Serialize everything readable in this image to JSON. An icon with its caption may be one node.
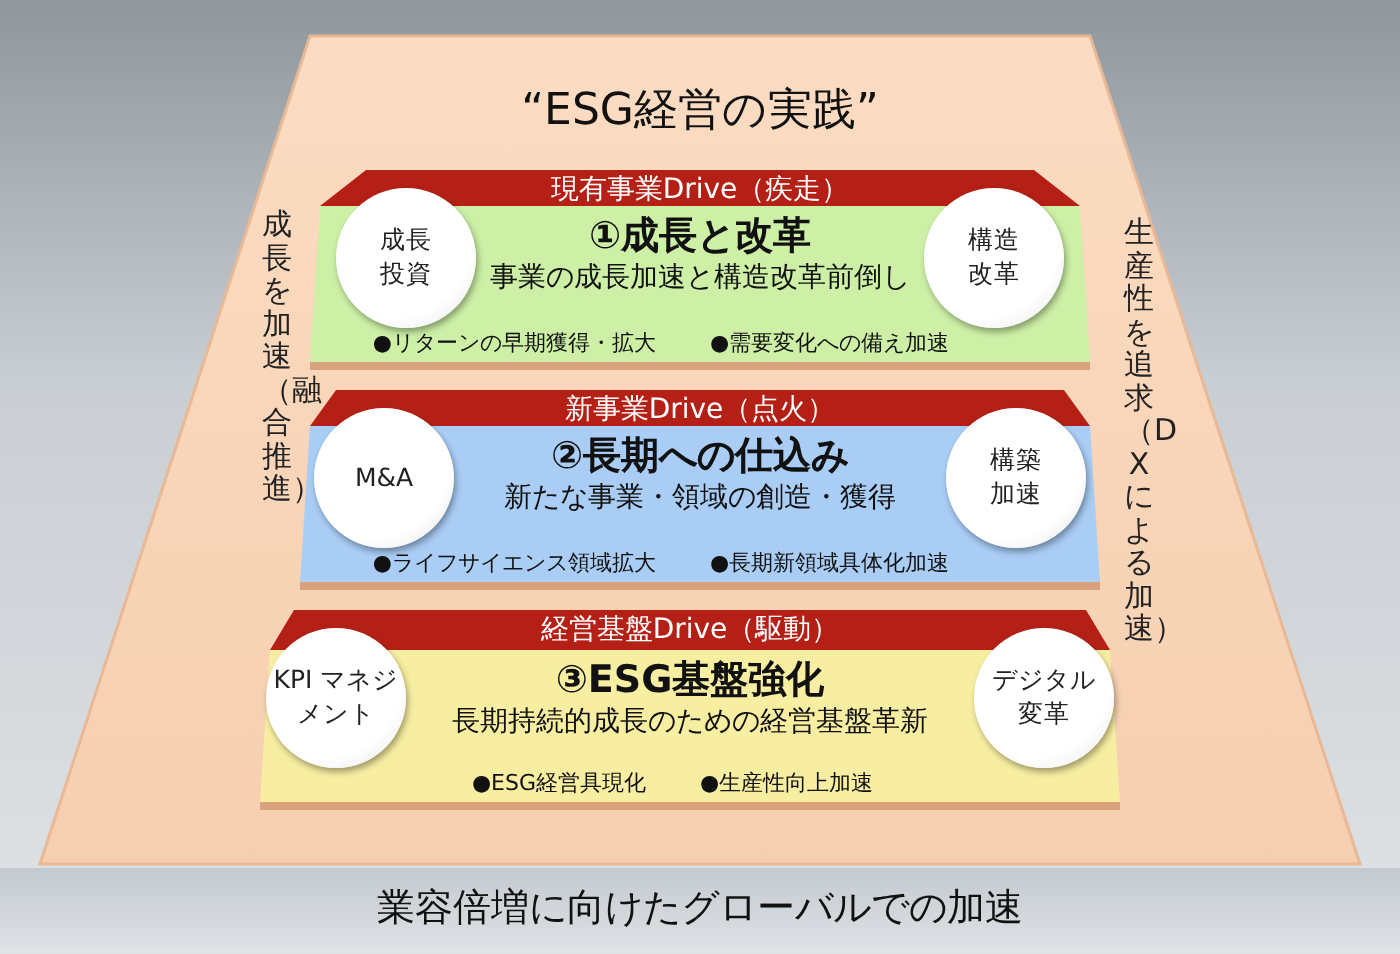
{
  "diagram": {
    "nodes": [
      {
        "text": [
          "“ESG経営の実践”",
          "成長を加速（融合推進）",
          "生産性を追求（DXによる加速）"
        ]
      },
      {
        "text": [
          "現有事業Drive（疾走）",
          "①成長と改革",
          "事業の成長加速と構造改革前倒し",
          "●リターンの早期獲得・拡大",
          "●需要変化への備え加速"
        ],
        "in": 0
      },
      {
        "text": [
          "成長投資"
        ],
        "in": 1
      },
      {
        "text": [
          "構造改革"
        ],
        "in": 1
      },
      {
        "text": [
          "新事業Drive（点火）",
          "②長期への仕込み",
          "新たな事業・領域の創造・獲得",
          "●ライフサイエンス領域拡大",
          "●長期新領域具体化加速"
        ],
        "in": 0
      },
      {
        "text": [
          "M&A"
        ],
        "in": 4
      },
      {
        "text": [
          "構築加速"
        ],
        "in": 4
      },
      {
        "text": [
          "経営基盤Drive（駆動）",
          "③ESG基盤強化",
          "長期持続的成長のための経営基盤革新",
          "●ESG経営具現化",
          "●生産性向上加速"
        ],
        "in": 0
      },
      {
        "text": [
          "KPI マネジメント"
        ],
        "in": 7
      },
      {
        "text": [
          "デジタル変革"
        ],
        "in": 7
      },
      {
        "text": [
          "業容倍増に向けたグローバルでの加速"
        ]
      }
    ]
  }
}
